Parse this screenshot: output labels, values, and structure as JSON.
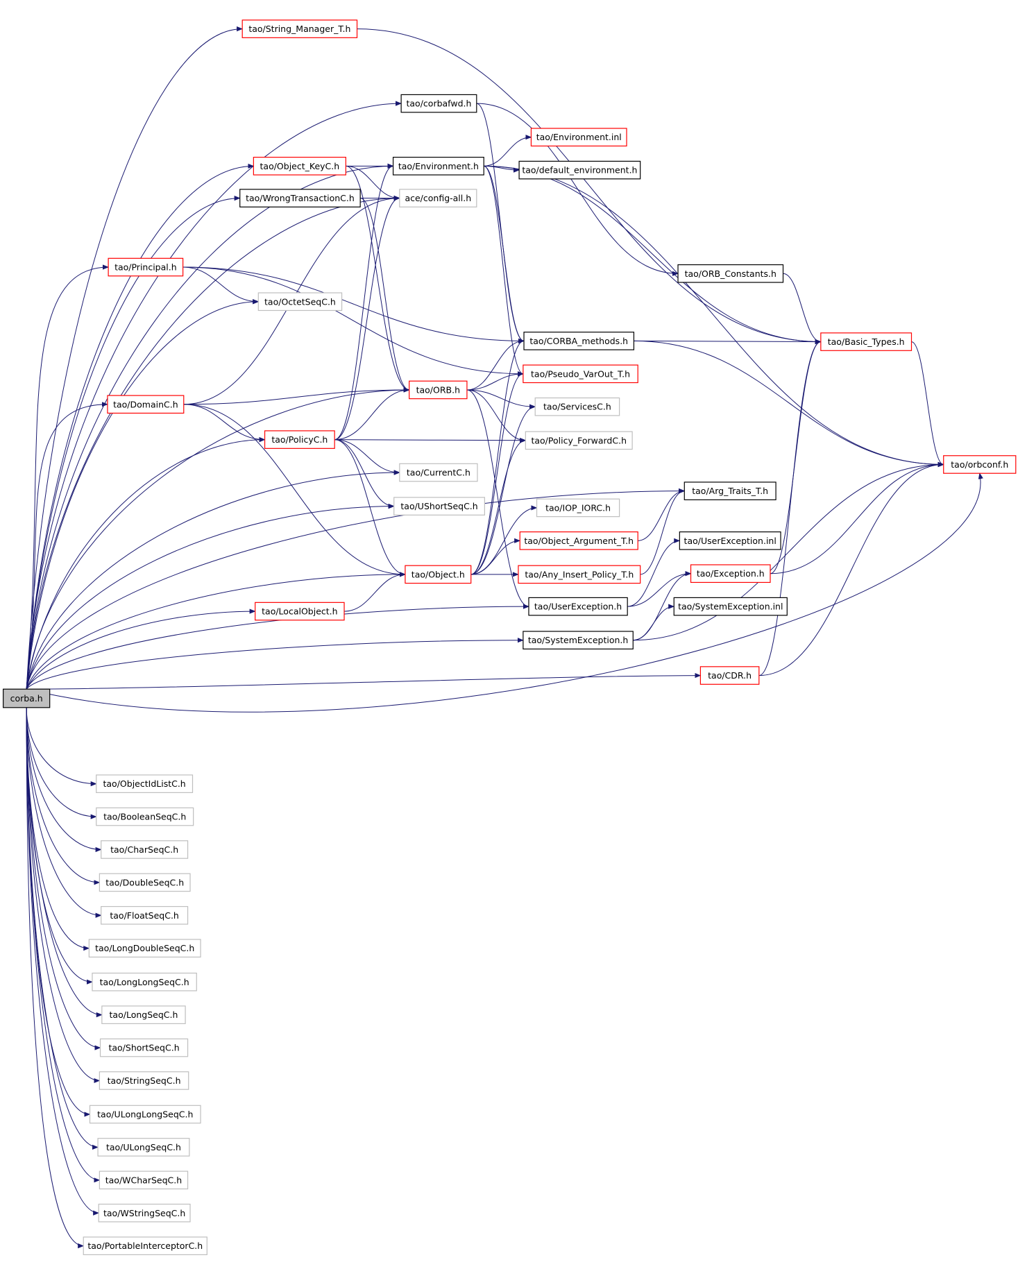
{
  "colors": {
    "edge": "#191970",
    "border_red": "#ff0000",
    "border_black": "#000000",
    "border_gray": "#bfbfbf",
    "root_fill": "#bfbfbf",
    "node_fill": "#ffffff"
  },
  "nodes": [
    {
      "id": "corba",
      "label": "corba.h",
      "style": "root"
    },
    {
      "id": "strmgr",
      "label": "tao/String_Manager_T.h",
      "style": "red"
    },
    {
      "id": "corbafwd",
      "label": "tao/corbafwd.h",
      "style": "black"
    },
    {
      "id": "envinl",
      "label": "tao/Environment.inl",
      "style": "red"
    },
    {
      "id": "objkey",
      "label": "tao/Object_KeyC.h",
      "style": "red"
    },
    {
      "id": "env",
      "label": "tao/Environment.h",
      "style": "black"
    },
    {
      "id": "defenv",
      "label": "tao/default_environment.h",
      "style": "black"
    },
    {
      "id": "wrongtx",
      "label": "tao/WrongTransactionC.h",
      "style": "black"
    },
    {
      "id": "aceconf",
      "label": "ace/config-all.h",
      "style": "gray"
    },
    {
      "id": "principal",
      "label": "tao/Principal.h",
      "style": "red"
    },
    {
      "id": "octet",
      "label": "tao/OctetSeqC.h",
      "style": "gray"
    },
    {
      "id": "orbconst",
      "label": "tao/ORB_Constants.h",
      "style": "black"
    },
    {
      "id": "corbameth",
      "label": "tao/CORBA_methods.h",
      "style": "black"
    },
    {
      "id": "basic",
      "label": "tao/Basic_Types.h",
      "style": "red"
    },
    {
      "id": "pseudo",
      "label": "tao/Pseudo_VarOut_T.h",
      "style": "red"
    },
    {
      "id": "orb",
      "label": "tao/ORB.h",
      "style": "red"
    },
    {
      "id": "domain",
      "label": "tao/DomainC.h",
      "style": "red"
    },
    {
      "id": "services",
      "label": "tao/ServicesC.h",
      "style": "gray"
    },
    {
      "id": "policy",
      "label": "tao/PolicyC.h",
      "style": "red"
    },
    {
      "id": "polfwd",
      "label": "tao/Policy_ForwardC.h",
      "style": "gray"
    },
    {
      "id": "orbconf",
      "label": "tao/orbconf.h",
      "style": "red"
    },
    {
      "id": "current",
      "label": "tao/CurrentC.h",
      "style": "gray"
    },
    {
      "id": "argtraits",
      "label": "tao/Arg_Traits_T.h",
      "style": "black"
    },
    {
      "id": "ushortseq",
      "label": "tao/UShortSeqC.h",
      "style": "gray"
    },
    {
      "id": "iopiorc",
      "label": "tao/IOP_IORC.h",
      "style": "gray"
    },
    {
      "id": "objarg",
      "label": "tao/Object_Argument_T.h",
      "style": "red"
    },
    {
      "id": "userexinl",
      "label": "tao/UserException.inl",
      "style": "black"
    },
    {
      "id": "object",
      "label": "tao/Object.h",
      "style": "red"
    },
    {
      "id": "anyins",
      "label": "tao/Any_Insert_Policy_T.h",
      "style": "red"
    },
    {
      "id": "exception",
      "label": "tao/Exception.h",
      "style": "red"
    },
    {
      "id": "localobj",
      "label": "tao/LocalObject.h",
      "style": "red"
    },
    {
      "id": "userex",
      "label": "tao/UserException.h",
      "style": "black"
    },
    {
      "id": "sysexinl",
      "label": "tao/SystemException.inl",
      "style": "black"
    },
    {
      "id": "sysex",
      "label": "tao/SystemException.h",
      "style": "black"
    },
    {
      "id": "cdr",
      "label": "tao/CDR.h",
      "style": "red"
    },
    {
      "id": "objid",
      "label": "tao/ObjectIdListC.h",
      "style": "gray"
    },
    {
      "id": "boolseq",
      "label": "tao/BooleanSeqC.h",
      "style": "gray"
    },
    {
      "id": "charseq",
      "label": "tao/CharSeqC.h",
      "style": "gray"
    },
    {
      "id": "dblseq",
      "label": "tao/DoubleSeqC.h",
      "style": "gray"
    },
    {
      "id": "fltseq",
      "label": "tao/FloatSeqC.h",
      "style": "gray"
    },
    {
      "id": "ldblseq",
      "label": "tao/LongDoubleSeqC.h",
      "style": "gray"
    },
    {
      "id": "llseq",
      "label": "tao/LongLongSeqC.h",
      "style": "gray"
    },
    {
      "id": "lseq",
      "label": "tao/LongSeqC.h",
      "style": "gray"
    },
    {
      "id": "sseq",
      "label": "tao/ShortSeqC.h",
      "style": "gray"
    },
    {
      "id": "strseq",
      "label": "tao/StringSeqC.h",
      "style": "gray"
    },
    {
      "id": "ullseq",
      "label": "tao/ULongLongSeqC.h",
      "style": "gray"
    },
    {
      "id": "ulseq",
      "label": "tao/ULongSeqC.h",
      "style": "gray"
    },
    {
      "id": "wcharseq",
      "label": "tao/WCharSeqC.h",
      "style": "gray"
    },
    {
      "id": "wstrseq",
      "label": "tao/WStringSeqC.h",
      "style": "gray"
    },
    {
      "id": "pic",
      "label": "tao/PortableInterceptorC.h",
      "style": "gray"
    }
  ],
  "edges": [
    [
      "corba",
      "strmgr"
    ],
    [
      "corba",
      "corbafwd"
    ],
    [
      "corba",
      "env"
    ],
    [
      "corba",
      "objkey"
    ],
    [
      "corba",
      "wrongtx"
    ],
    [
      "corba",
      "aceconf"
    ],
    [
      "corba",
      "principal"
    ],
    [
      "corba",
      "octet"
    ],
    [
      "corba",
      "orb"
    ],
    [
      "corba",
      "domain"
    ],
    [
      "corba",
      "policy"
    ],
    [
      "corba",
      "current"
    ],
    [
      "corba",
      "ushortseq"
    ],
    [
      "corba",
      "argtraits"
    ],
    [
      "corba",
      "localobj"
    ],
    [
      "corba",
      "object"
    ],
    [
      "corba",
      "userex"
    ],
    [
      "corba",
      "sysex"
    ],
    [
      "corba",
      "cdr"
    ],
    [
      "corba",
      "orbconf"
    ],
    [
      "corba",
      "objid"
    ],
    [
      "corba",
      "boolseq"
    ],
    [
      "corba",
      "charseq"
    ],
    [
      "corba",
      "dblseq"
    ],
    [
      "corba",
      "fltseq"
    ],
    [
      "corba",
      "ldblseq"
    ],
    [
      "corba",
      "llseq"
    ],
    [
      "corba",
      "lseq"
    ],
    [
      "corba",
      "sseq"
    ],
    [
      "corba",
      "strseq"
    ],
    [
      "corba",
      "ullseq"
    ],
    [
      "corba",
      "ulseq"
    ],
    [
      "corba",
      "wcharseq"
    ],
    [
      "corba",
      "wstrseq"
    ],
    [
      "corba",
      "pic"
    ],
    [
      "strmgr",
      "basic"
    ],
    [
      "corbafwd",
      "orbconst"
    ],
    [
      "corbafwd",
      "corbameth"
    ],
    [
      "env",
      "envinl"
    ],
    [
      "env",
      "defenv"
    ],
    [
      "env",
      "corbameth"
    ],
    [
      "env",
      "pseudo"
    ],
    [
      "env",
      "basic"
    ],
    [
      "env",
      "orbconf"
    ],
    [
      "objkey",
      "env"
    ],
    [
      "objkey",
      "aceconf"
    ],
    [
      "objkey",
      "orb"
    ],
    [
      "wrongtx",
      "aceconf"
    ],
    [
      "wrongtx",
      "orb"
    ],
    [
      "principal",
      "octet"
    ],
    [
      "principal",
      "corbameth"
    ],
    [
      "principal",
      "pseudo"
    ],
    [
      "orbconst",
      "basic"
    ],
    [
      "corbameth",
      "basic"
    ],
    [
      "corbameth",
      "orbconf"
    ],
    [
      "basic",
      "orbconf"
    ],
    [
      "orb",
      "corbameth"
    ],
    [
      "orb",
      "pseudo"
    ],
    [
      "orb",
      "services"
    ],
    [
      "orb",
      "polfwd"
    ],
    [
      "orb",
      "userex"
    ],
    [
      "domain",
      "aceconf"
    ],
    [
      "domain",
      "orb"
    ],
    [
      "domain",
      "policy"
    ],
    [
      "domain",
      "object"
    ],
    [
      "policy",
      "env"
    ],
    [
      "policy",
      "aceconf"
    ],
    [
      "policy",
      "orb"
    ],
    [
      "policy",
      "polfwd"
    ],
    [
      "policy",
      "current"
    ],
    [
      "policy",
      "ushortseq"
    ],
    [
      "policy",
      "object"
    ],
    [
      "localobj",
      "object"
    ],
    [
      "object",
      "corbameth"
    ],
    [
      "object",
      "pseudo"
    ],
    [
      "object",
      "services"
    ],
    [
      "object",
      "polfwd"
    ],
    [
      "object",
      "iopiorc"
    ],
    [
      "object",
      "objarg"
    ],
    [
      "object",
      "anyins"
    ],
    [
      "objarg",
      "argtraits"
    ],
    [
      "anyins",
      "argtraits"
    ],
    [
      "userex",
      "userexinl"
    ],
    [
      "userex",
      "exception"
    ],
    [
      "sysex",
      "sysexinl"
    ],
    [
      "sysex",
      "exception"
    ],
    [
      "sysex",
      "orbconf"
    ],
    [
      "exception",
      "basic"
    ],
    [
      "exception",
      "orbconf"
    ],
    [
      "cdr",
      "basic"
    ],
    [
      "cdr",
      "orbconf"
    ]
  ]
}
